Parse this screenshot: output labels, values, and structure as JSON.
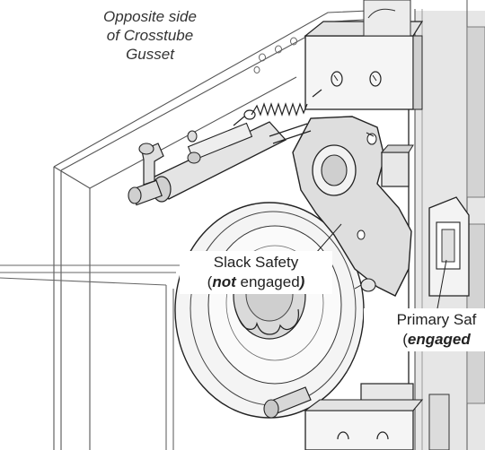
{
  "callouts": {
    "opposite_side": {
      "line1": "Opposite side",
      "line2": "of Crosstube",
      "line3": "Gusset"
    },
    "slack_safety": {
      "line1": "Slack Safety",
      "open_paren": "(",
      "not": "not",
      "engaged": " engaged",
      "close_paren": ")"
    },
    "primary_safety": {
      "line1": "Primary Saf",
      "open_paren": "(",
      "engaged": "engaged"
    }
  },
  "colors": {
    "line": "#222222",
    "light_line": "#9a9a9a",
    "shade": "#d9d9d9",
    "dark_shade": "#bfbfbf"
  }
}
